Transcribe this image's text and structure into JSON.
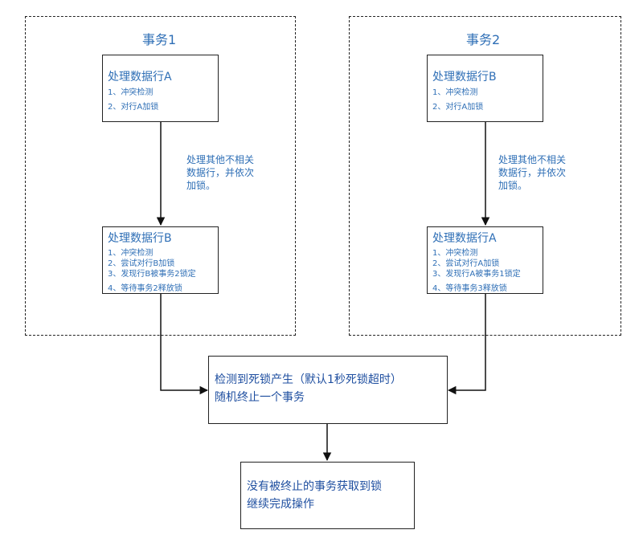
{
  "txn1": {
    "title": "事务1",
    "step1": {
      "heading": "处理数据行A",
      "items": [
        "1、冲突检测",
        "2、对行A加锁"
      ]
    },
    "note": "处理其他不相关数据行，并依次加锁。",
    "step2": {
      "heading": "处理数据行B",
      "items": [
        "1、冲突检测",
        "2、尝试对行B加锁",
        "3、发现行B被事务2锁定",
        "4、等待事务2释放锁"
      ]
    }
  },
  "txn2": {
    "title": "事务2",
    "step1": {
      "heading": "处理数据行B",
      "items": [
        "1、冲突检测",
        "2、对行A加锁"
      ]
    },
    "note": "处理其他不相关数据行，并依次加锁。",
    "step2": {
      "heading": "处理数据行A",
      "items": [
        "1、冲突检测",
        "2、尝试对行A加锁",
        "3、发现行A被事务1锁定",
        "4、等待事务3释放锁"
      ]
    }
  },
  "deadlock": {
    "line1": "检测到死锁产生（默认1秒死锁超时）",
    "line2": "随机终止一个事务"
  },
  "result": {
    "line1": "没有被终止的事务获取到锁",
    "line2": "继续完成操作"
  },
  "colors": {
    "text_blue": "#2f6fb6",
    "line": "#222222"
  }
}
